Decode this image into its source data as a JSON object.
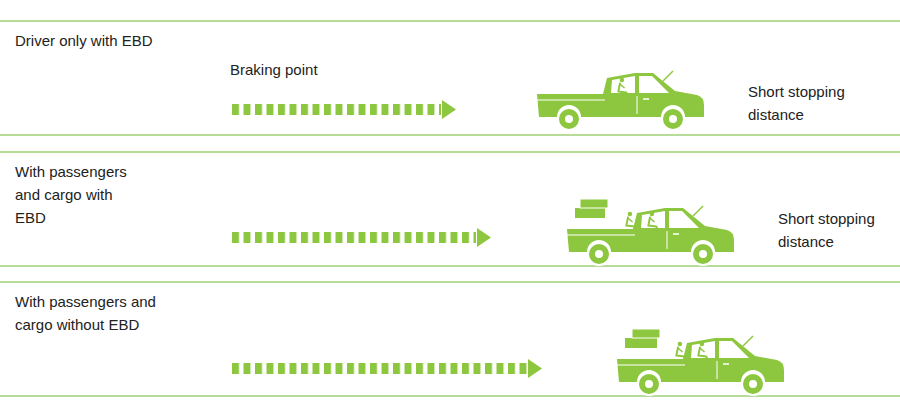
{
  "diagram": {
    "labels": [
      "Driver only with EBD",
      "Braking point",
      "Short stopping distance",
      "With passengers and cargo with EBD",
      "Short stopping distance",
      "With passengers and cargo without EBD"
    ]
  }
}
